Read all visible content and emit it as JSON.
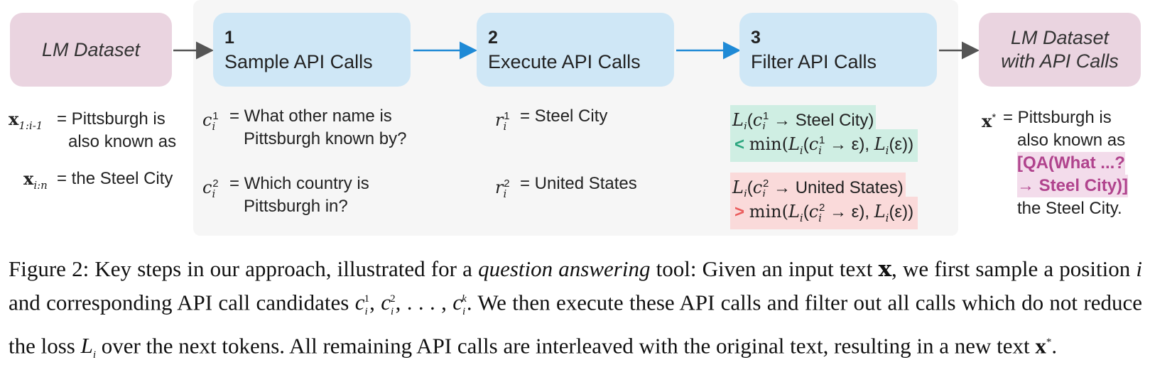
{
  "boxes": {
    "lm_dataset": "LM Dataset",
    "step1": {
      "num": "1",
      "label": "Sample API Calls"
    },
    "step2": {
      "num": "2",
      "label": "Execute API Calls"
    },
    "step3": {
      "num": "3",
      "label": "Filter API Calls"
    },
    "lm_dataset_api_line1": "LM Dataset",
    "lm_dataset_api_line2": "with API Calls"
  },
  "input": {
    "x1_sub": "1:i-1",
    "x1_text_line1": "= Pittsburgh is",
    "x1_text_line2": "also known as",
    "x2_sub": "i:n",
    "x2_text": "= the Steel City"
  },
  "sample": {
    "c1_line1": "= What other name is",
    "c1_line2": "Pittsburgh known by?",
    "c2_line1": "= Which country is",
    "c2_line2": "Pittsburgh in?"
  },
  "execute": {
    "r1": "= Steel City",
    "r2": "= United States"
  },
  "filter": {
    "f1_result": "Steel City)",
    "f2_result": "United States)",
    "lt": "<",
    "gt": ">"
  },
  "output": {
    "line1": "= Pittsburgh is",
    "line2": "also known as",
    "qa_line1": "[QA(What ...?",
    "qa_line2": "→ Steel City)]",
    "line5": "the Steel City."
  },
  "caption": {
    "p1": "Figure 2: Key steps in our approach, illustrated for a ",
    "em": "question answering",
    "p2": " tool: Given an input text ",
    "p3": ", we first sample a position ",
    "p4": " and corresponding API call candidates ",
    "p5": ". We then execute these API calls and filter out all calls which do not reduce the loss ",
    "p6": " over the next tokens. All remaining API calls are interleaved with the original text, resulting in a new text ",
    "p7": "."
  },
  "colors": {
    "pink_box": "#ead4e0",
    "blue_box": "#cfe7f6",
    "green_highlight": "#cfeee3",
    "red_highlight": "#fadada",
    "qa_magenta": "#b0438d",
    "blue_arrow": "#1f8ad6",
    "gray_arrow": "#555555"
  }
}
